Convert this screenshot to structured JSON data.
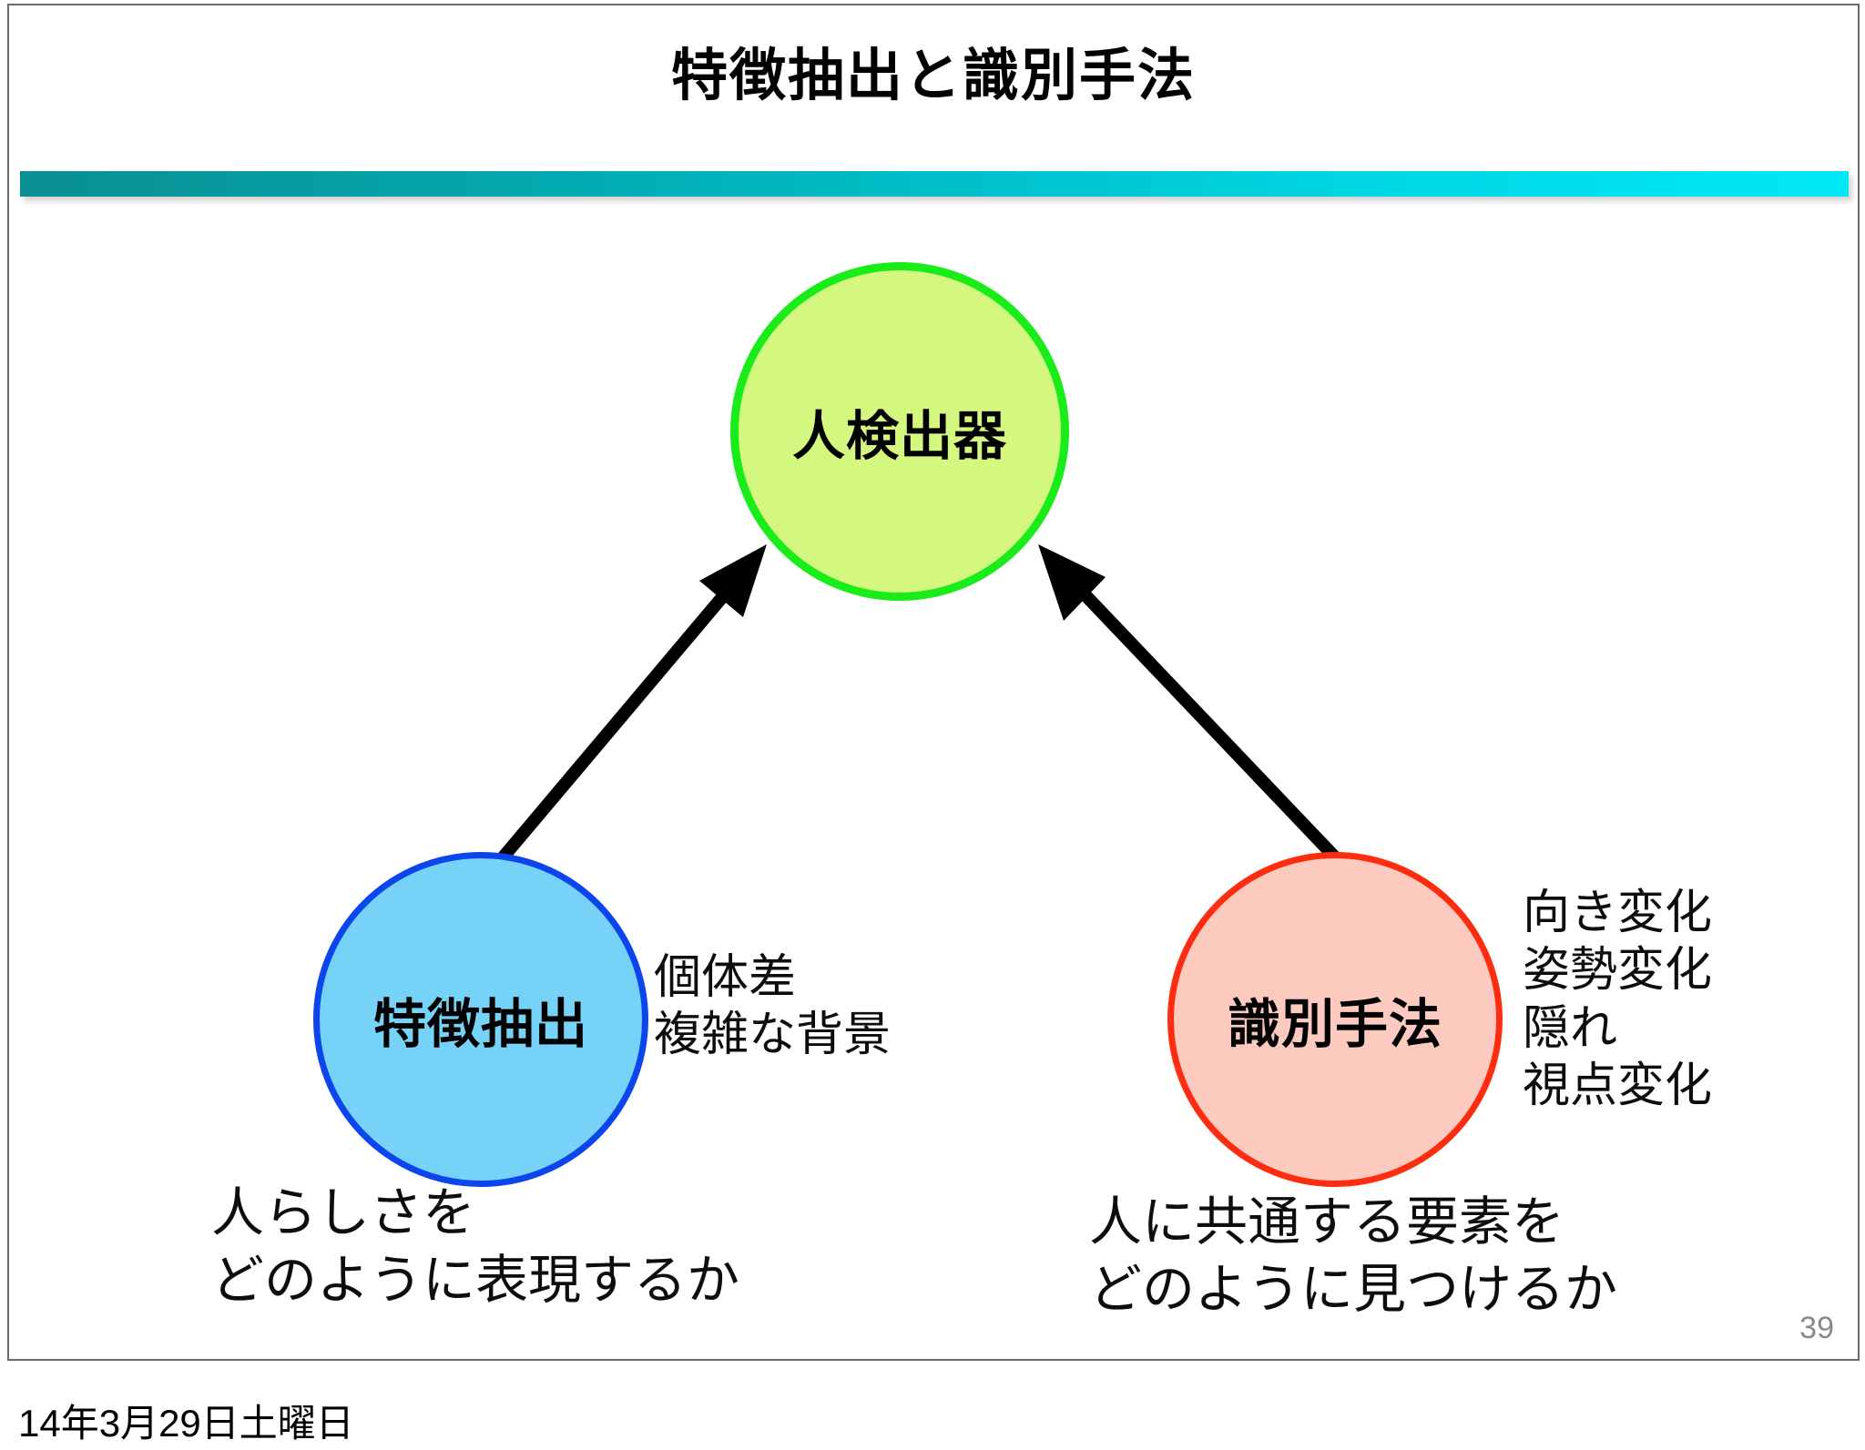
{
  "slide": {
    "title": "特徴抽出と識別手法",
    "page_number": "39",
    "footer_date": "14年3月29日土曜日",
    "accent_gradient_start": "#0a8f93",
    "accent_gradient_end": "#00e8f6"
  },
  "diagram": {
    "type": "node-arrow-diagram",
    "nodes": [
      {
        "id": "detector",
        "label": "人検出器",
        "fill": "#d3f77f",
        "stroke": "#19ec19"
      },
      {
        "id": "feature",
        "label": "特徴抽出",
        "fill": "#76d3f7",
        "stroke": "#0b45ee"
      },
      {
        "id": "classifier",
        "label": "識別手法",
        "fill": "#fccabe",
        "stroke": "#fc2d10"
      }
    ],
    "arrows": [
      {
        "from": "feature",
        "to": "detector",
        "color": "#000000"
      },
      {
        "from": "classifier",
        "to": "detector",
        "color": "#000000"
      }
    ],
    "annotations": {
      "feature_issues": [
        "個体差",
        "複雑な背景"
      ],
      "classifier_issues": [
        "向き変化",
        "姿勢変化",
        "隠れ",
        "視点変化"
      ]
    },
    "captions": {
      "feature": [
        "人らしさを",
        "どのように表現するか"
      ],
      "classifier": [
        "人に共通する要素を",
        "どのように見つけるか"
      ]
    }
  }
}
